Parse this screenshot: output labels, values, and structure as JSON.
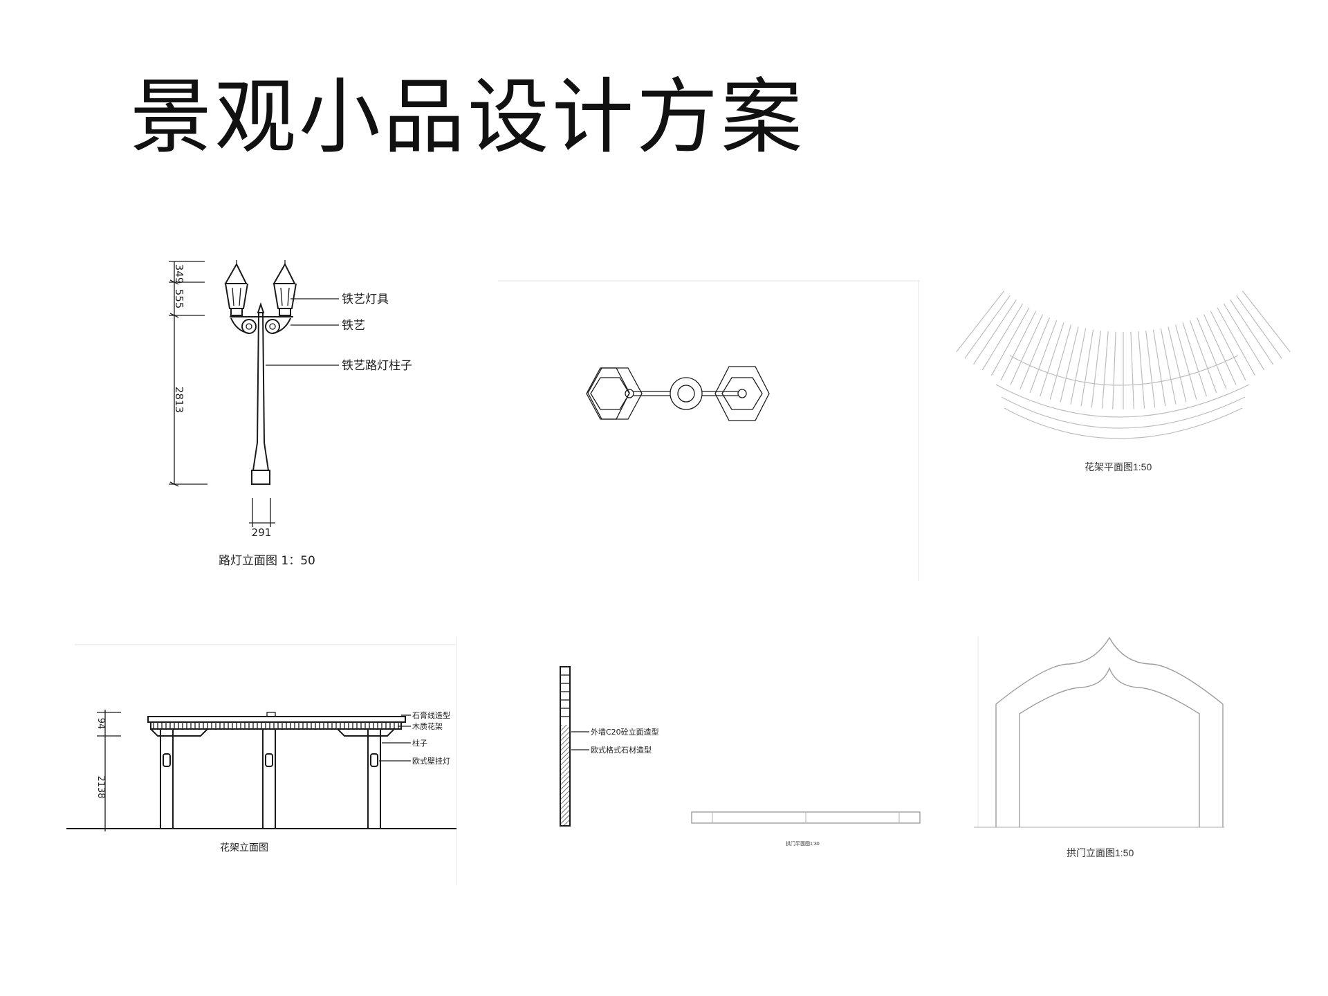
{
  "title": "景观小品设计方案",
  "streetlamp": {
    "caption": "路灯立面图 1：50",
    "labels": {
      "fixture": "铁艺灯具",
      "bracket": "铁艺",
      "pole": "铁艺路灯柱子"
    },
    "dimensions": {
      "top": "349",
      "middle": "555",
      "pole": "2813",
      "base_width": "291"
    }
  },
  "pergola_plan": {
    "caption": "花架平面图1:50"
  },
  "pergola_elevation": {
    "caption": "花架立面图",
    "labels": {
      "top": "石膏线造型",
      "beam": "木质花架",
      "column": "柱子",
      "lamp": "欧式壁挂灯"
    },
    "dimensions": {
      "upper": "94",
      "lower": "2138"
    }
  },
  "wall_section": {
    "labels": {
      "upper": "外墙C20砼立面造型",
      "lower": "欧式格式石材造型"
    }
  },
  "arch_plan": {
    "caption": "拱门平面图1:30"
  },
  "arch_elevation": {
    "caption": "拱门立面图1:50"
  }
}
